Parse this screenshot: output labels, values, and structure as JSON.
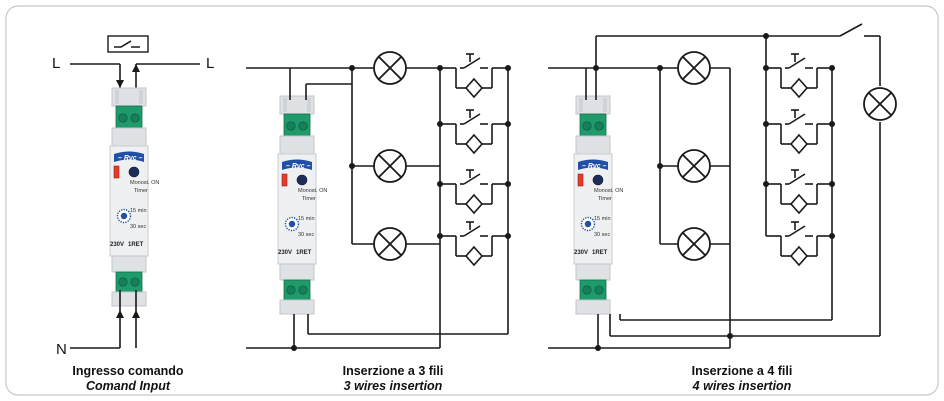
{
  "labels": {
    "line_left": "L",
    "line_right": "L",
    "neutral": "N"
  },
  "device": {
    "brand": "– Rvc –",
    "mode_label": "Monost. ON",
    "timer_label": "Timer",
    "dial_max": "15 min",
    "dial_min": "30 sec",
    "voltage": "230V",
    "model": "1RET"
  },
  "captions": [
    {
      "title": "Ingresso comando",
      "subtitle": "Comand Input"
    },
    {
      "title": "Inserzione a 3 fili",
      "subtitle": "3 wires insertion"
    },
    {
      "title": "Inserzione a 4 fili",
      "subtitle": "4 wires insertion"
    }
  ],
  "colors": {
    "wire": "#1a1a1a",
    "terminal_green": "#1f9a6a",
    "brand_blue": "#1f4fa6",
    "led_red": "#e23b2e",
    "frame_border": "#c8c8c8"
  }
}
